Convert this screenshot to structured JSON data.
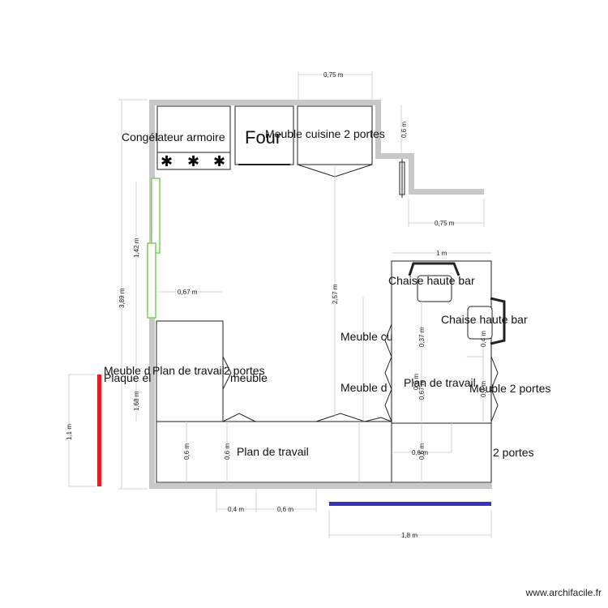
{
  "colors": {
    "wall": "#c8c8c8",
    "green_element": "#7ccf5a",
    "red_element": "#e02020",
    "blue_element": "#3333bb",
    "dimension_line": "#c8c8c8"
  },
  "labels": {
    "congelateur": "Congélateur armoire",
    "four": "Four",
    "meuble_haut": "Meuble cuisine 2 portes",
    "meuble_gauche": "Meuble d",
    "plaque": "Plaque él",
    "plan_travail_gauche": "Plan de travail",
    "deux_portes": "2 portes",
    "meuble_mot": "meuble",
    "plan_travail_bas": "Plan de travail",
    "meuble_cu": "Meuble cu",
    "meuble_d_centre": "Meuble d",
    "plan_travail_droite": "Plan de travail",
    "meuble_2_portes_droite": "Meuble 2 portes",
    "deux_portes_bas": "2 portes",
    "chaise_1": "Chaise haute bar",
    "chaise_2": "Chaise haute bar"
  },
  "dimensions": {
    "top_075": "0,75 m",
    "right_06": "0,6 m",
    "right_075": "0,75 m",
    "left_389": "3,89 m",
    "left_142": "1,42 m",
    "left_067": "0,67 m",
    "center_257": "2,57 m",
    "left_168": "1,68 m",
    "left_11": "1,1 m",
    "bottom_06a": "0,6 m",
    "bottom_06b": "0,6 m",
    "bottom_04": "0,4 m",
    "bottom_06c": "0,6 m",
    "bar_1m": "1 m",
    "bar_037": "0,37 m",
    "bar_067": "0,67 m",
    "bar_06": "0,6 m",
    "bar_06b": "0,6 m",
    "bar_04": "0,4 m",
    "bar_07": "0,7 m",
    "bar_06c": "0,6 m",
    "bottom_18": "1,8 m"
  },
  "credit": "www.archifacile.fr"
}
